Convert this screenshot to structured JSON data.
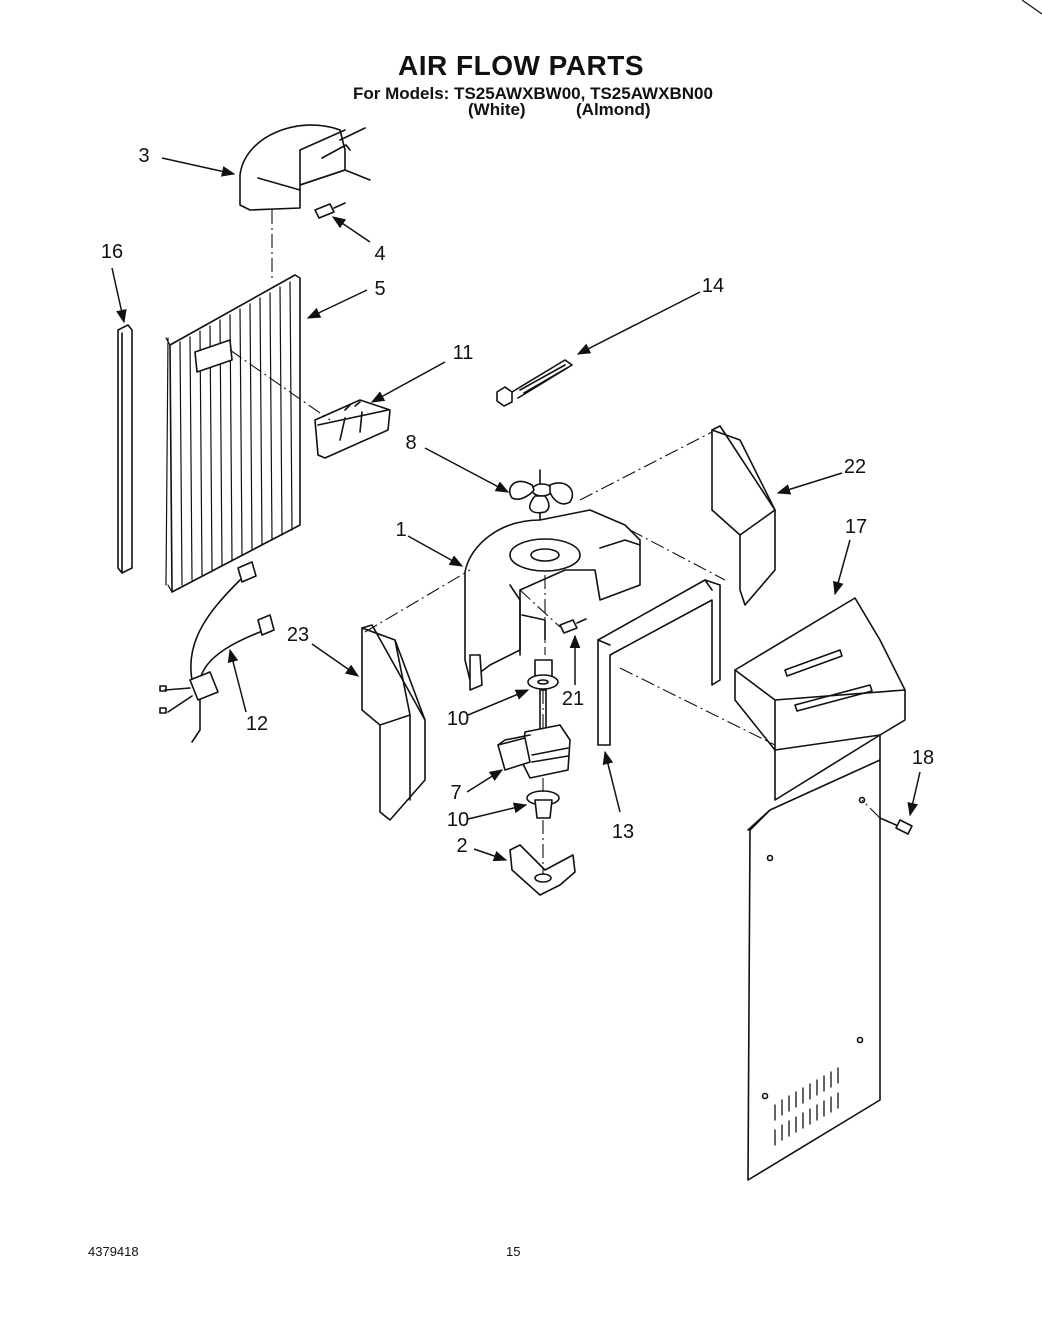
{
  "header": {
    "title": "AIR FLOW PARTS",
    "models_line": "For Models: TS25AWXBW00, TS25AWXBN00",
    "variant_white": "(White)",
    "variant_almond": "(Almond)"
  },
  "callouts": {
    "p1": "1",
    "p2": "2",
    "p3": "3",
    "p4": "4",
    "p5": "5",
    "p7": "7",
    "p8": "8",
    "p10a": "10",
    "p10b": "10",
    "p11": "11",
    "p12": "12",
    "p13": "13",
    "p14": "14",
    "p16": "16",
    "p17": "17",
    "p18": "18",
    "p21": "21",
    "p22": "22",
    "p23": "23"
  },
  "footer": {
    "doc_number": "4379418",
    "page_number": "15"
  }
}
